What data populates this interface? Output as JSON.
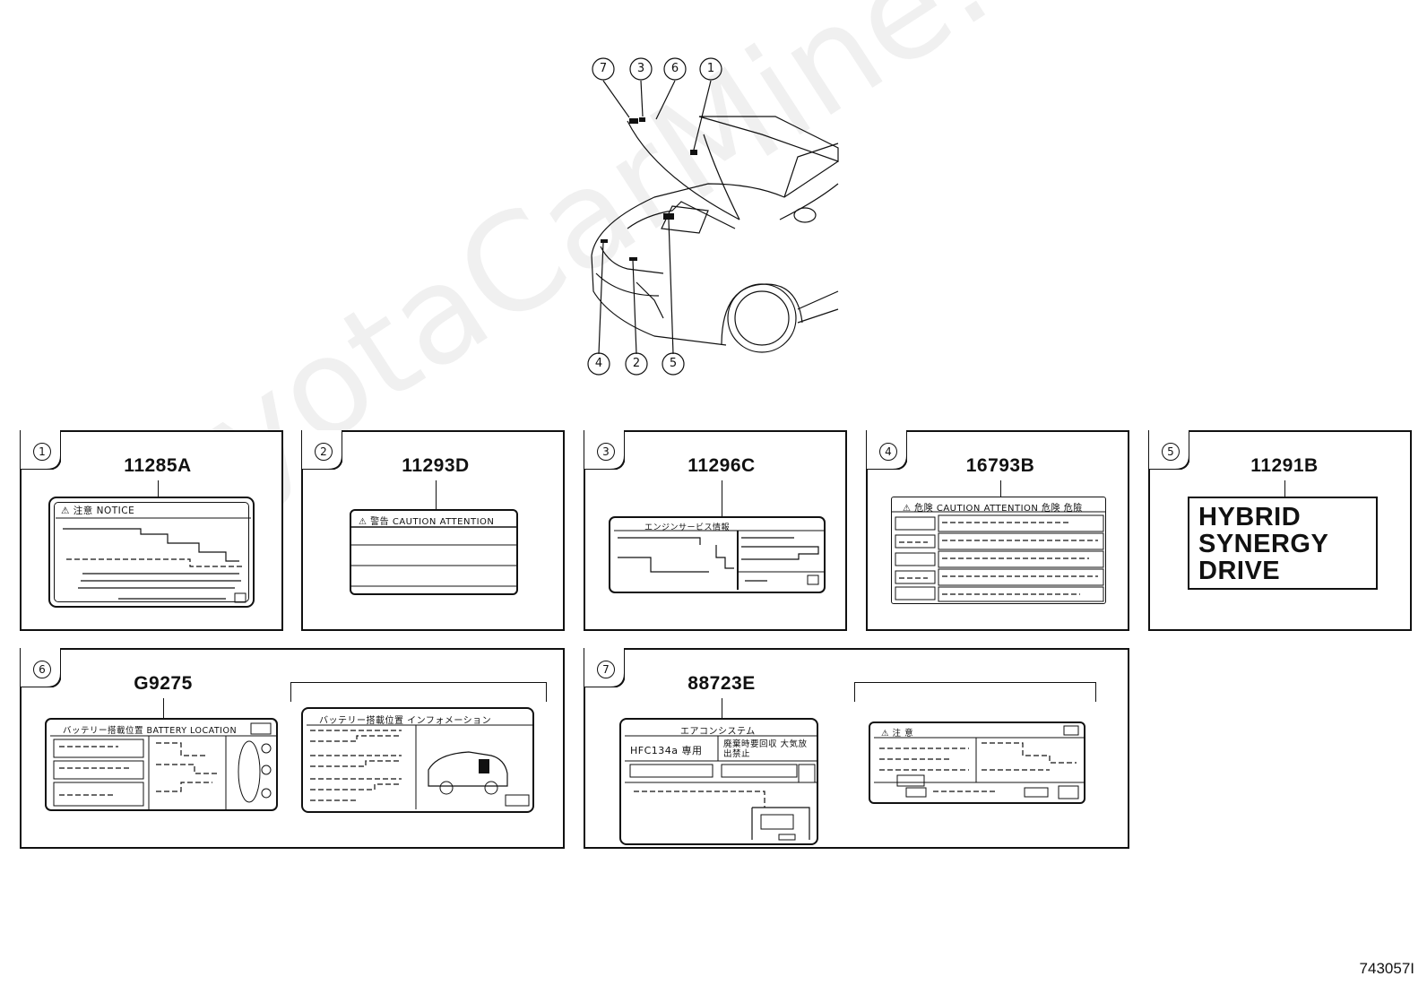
{
  "callouts_top": [
    "7",
    "3",
    "6",
    "1"
  ],
  "callouts_bottom": [
    "4",
    "2",
    "5"
  ],
  "panels": [
    {
      "num": "1",
      "part": "11285A",
      "label_text": "注意 NOTICE"
    },
    {
      "num": "2",
      "part": "11293D",
      "label_text": "警告 CAUTION ATTENTION"
    },
    {
      "num": "3",
      "part": "11296C",
      "label_text": "エンジンサービス情報"
    },
    {
      "num": "4",
      "part": "16793B",
      "label_text": "危険 CAUTION ATTENTION 危険 危險"
    },
    {
      "num": "5",
      "part": "11291B",
      "hsd_lines": [
        "HYBRID",
        "SYNERGY",
        "DRIVE"
      ]
    },
    {
      "num": "6",
      "part": "G9275",
      "label_text": "バッテリー搭載位置 BATTERY LOCATION",
      "alt_label_text": "バッテリー搭載位置 インフォメーション"
    },
    {
      "num": "7",
      "part": "88723E",
      "label_title": "エアコンシステム",
      "refrigerant": "HFC134a 専用",
      "recover": "廃棄時要回収 大気放出禁止",
      "alt_label_text": "注 意"
    }
  ],
  "diagram_code": "743057I",
  "watermark": "ToyotaCarMine.ru"
}
